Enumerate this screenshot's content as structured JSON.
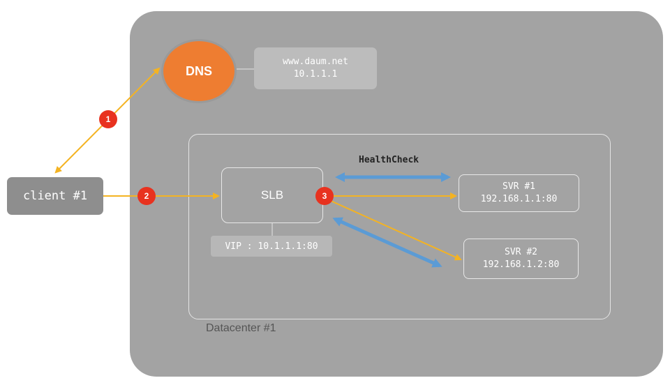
{
  "dns": {
    "label": "DNS",
    "record_host": "www.daum.net",
    "record_ip": "10.1.1.1"
  },
  "client": {
    "label": "client #1"
  },
  "slb": {
    "label": "SLB",
    "vip": "VIP : 10.1.1.1:80"
  },
  "healthcheck": {
    "label": "HealthCheck"
  },
  "servers": [
    {
      "name": "SVR #1",
      "address": "192.168.1.1:80"
    },
    {
      "name": "SVR #2",
      "address": "192.168.1.2:80"
    }
  ],
  "datacenter": {
    "label": "Datacenter #1"
  },
  "steps": [
    "1",
    "2",
    "3"
  ],
  "colors": {
    "datacenter_fill": "#a3a3a3",
    "dns_fill": "#ee7d31",
    "flow_arrow": "#f4b322",
    "healthcheck_arrow": "#5b9bd5",
    "step_badge": "#e8321f"
  }
}
